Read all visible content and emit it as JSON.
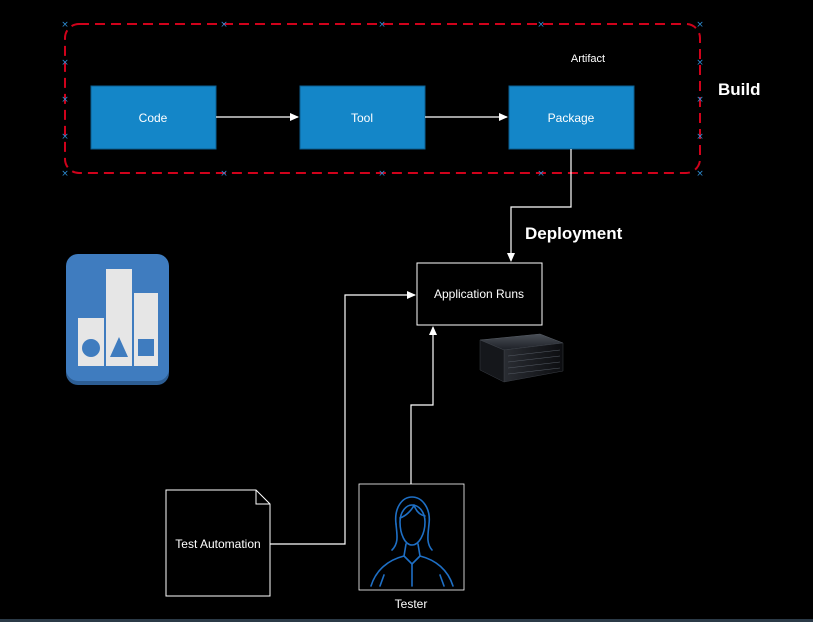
{
  "colors": {
    "background": "#000000",
    "process_fill": "#1486c8",
    "process_stroke": "#0b5e91",
    "group_border": "#d0021b",
    "selection_handle": "#2e8fd6",
    "line": "#ffffff",
    "logo_bg": "#3f7cbf",
    "logo_shape": "#e6e6e6",
    "person_outline": "#1e6fc5"
  },
  "group": {
    "title": "Build",
    "subtitle": "Artifact"
  },
  "nodes": {
    "code": "Code",
    "tool": "Tool",
    "package": "Package",
    "app_runs": "Application Runs",
    "test_automation": "Test Automation",
    "tester": "Tester"
  },
  "edges": {
    "deployment": "Deployment"
  },
  "icons": {
    "logo": "shapes-app-logo-icon",
    "server": "server-rack-icon",
    "document": "document-icon",
    "person": "person-icon"
  }
}
